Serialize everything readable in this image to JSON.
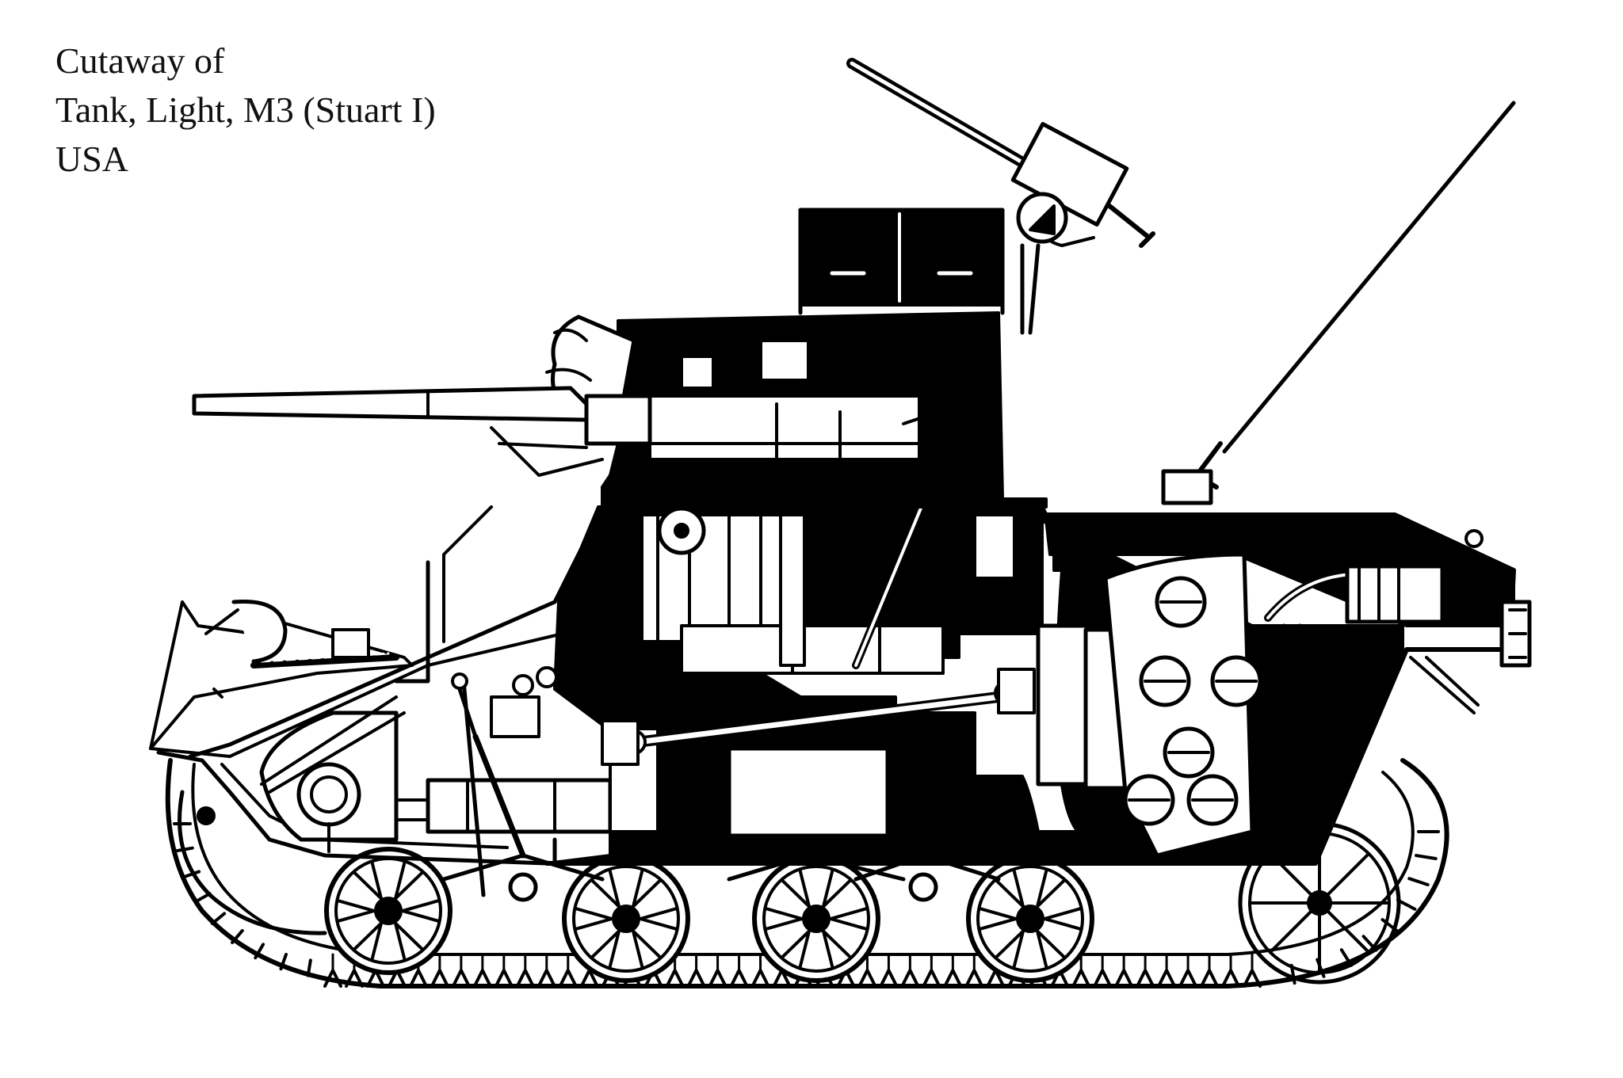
{
  "caption": {
    "line1": "Cutaway of",
    "line2": "Tank, Light, M3 (Stuart I)",
    "line3": "USA"
  },
  "colors": {
    "background": "#ffffff",
    "ink": "#000000"
  },
  "illustration": {
    "road_wheel_count": 4,
    "track_links_per_run": 44
  }
}
